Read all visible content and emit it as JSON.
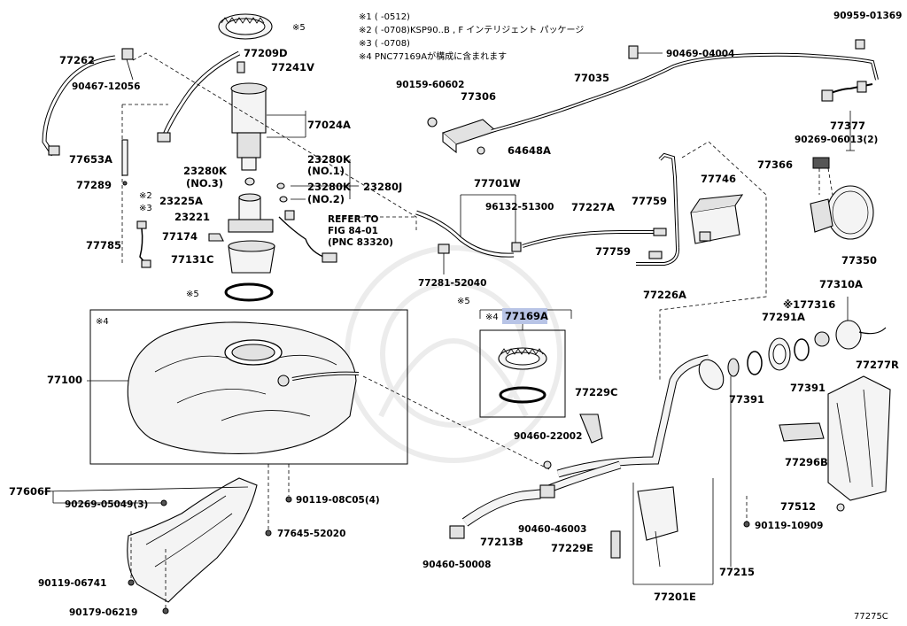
{
  "notes": {
    "n1": "※1 (     -0512)",
    "n2": "※2 (     -0708)KSP90..B , F インテリジェント パッケージ",
    "n3": "※3 (     -0708)",
    "n4": "※4 PNC77169Aが構成に含まれます"
  },
  "diagram_code": "77275C",
  "labels": {
    "p90959_01369": "90959-01369",
    "p90469_04004": "90469-04004",
    "p77035": "77035",
    "p90159_60602": "90159-60602",
    "p77306": "77306",
    "p77377": "77377",
    "p90269_06013": "90269-06013(2)",
    "p64648A": "64648A",
    "p77366": "77366",
    "p77746": "77746",
    "p77701W": "77701W",
    "p96132_51300": "96132-51300",
    "p77227A": "77227A",
    "p77759a": "77759",
    "p77759b": "77759",
    "p77350": "77350",
    "p77226A": "77226A",
    "p77281_52040": "77281-52040",
    "p77310A": "77310A",
    "p177316": "※177316",
    "p77291A": "77291A",
    "p77391a": "77391",
    "p77391b": "77391",
    "p77277R": "77277R",
    "p77229C": "77229C",
    "p77296B": "77296B",
    "p90460_22002": "90460-22002",
    "p77512": "77512",
    "p90119_10909": "90119-10909",
    "p90460_46003": "90460-46003",
    "p77213B": "77213B",
    "p77229E": "77229E",
    "p77215": "77215",
    "p90460_50008": "90460-50008",
    "p77201E": "77201E",
    "p77262": "77262",
    "p90467_12056": "90467-12056",
    "p77209D": "77209D",
    "p77241V": "77241V",
    "p77024A": "77024A",
    "p77653A": "77653A",
    "p23280K_a": "23280K",
    "p23280K_no3": "(NO.3)",
    "p23280K_b": "23280K",
    "p23280K_no1": "(NO.1)",
    "p23280K_c": "23280K",
    "p23280K_no2": "(NO.2)",
    "p23280J": "23280J",
    "p77289": "77289",
    "x5_top": "※5",
    "x2": "※2",
    "x3": "※3",
    "p23225A": "23225A",
    "p23221": "23221",
    "refer1": "REFER TO",
    "refer2": "FIG 84-01",
    "refer3": "(PNC 83320)",
    "p77174": "77174",
    "p77785": "77785",
    "p77131C": "77131C",
    "x5_mid": "※5",
    "x4_box": "※4",
    "p77100": "77100",
    "x5_kit": "※5",
    "x4_kit": "※4",
    "p77169A": "77169A",
    "p77606F": "77606F",
    "p90269_05049": "90269-05049(3)",
    "p90119_08C05": "90119-08C05(4)",
    "p77645_52020": "77645-52020",
    "p90119_06741": "90119-06741",
    "p90179_06219": "90179-06219"
  }
}
